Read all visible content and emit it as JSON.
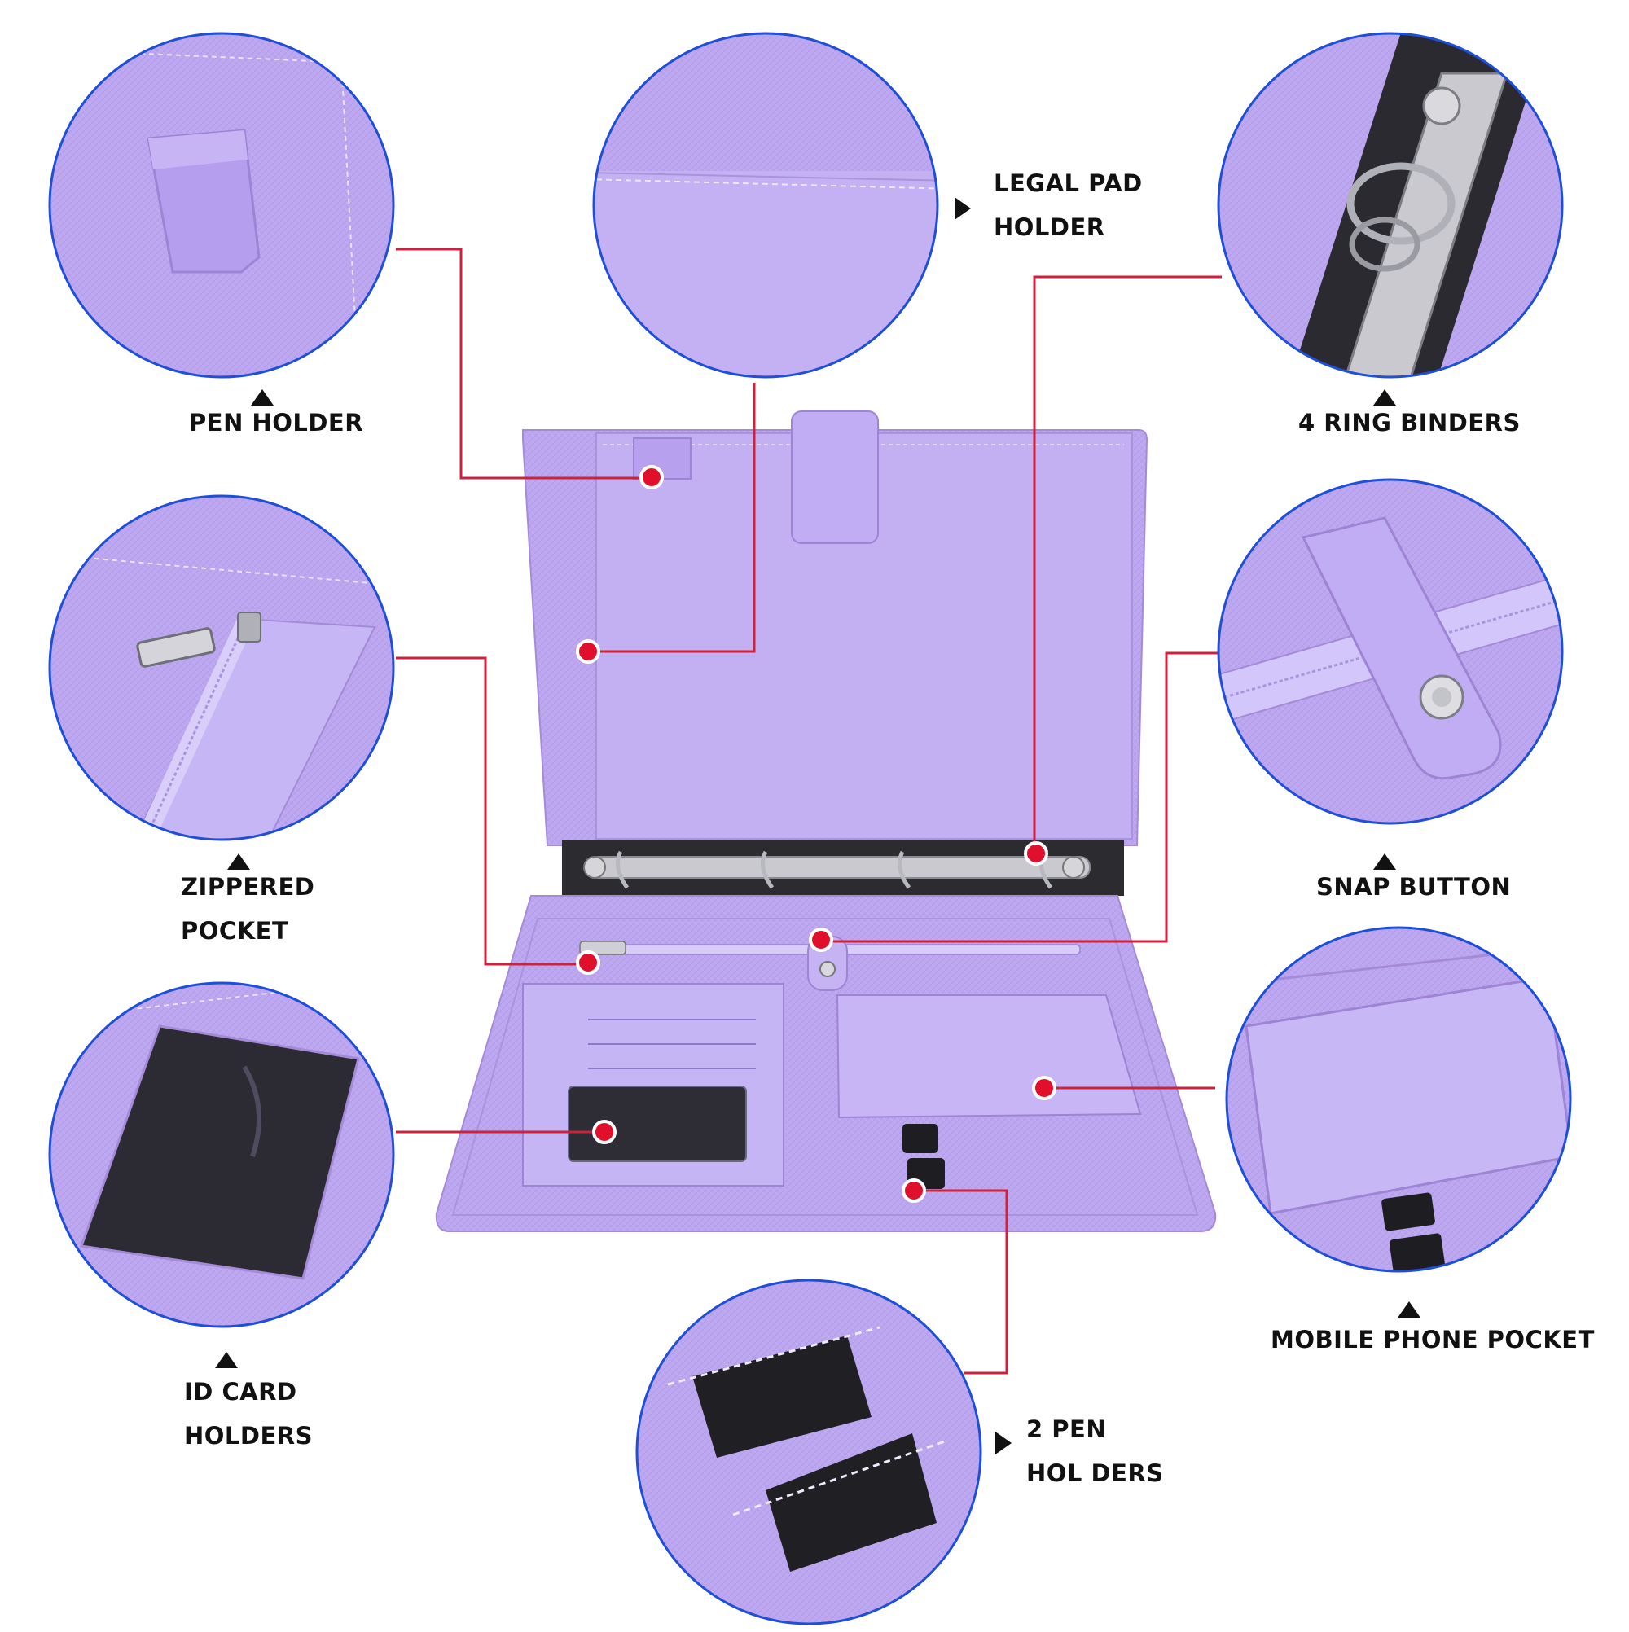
{
  "colors": {
    "leather": "#bea8f1",
    "leather_dark": "#a48ad8",
    "ring_border": "#1f4fd8",
    "callout_line": "#d0213c",
    "callout_dot": "#e0102c",
    "text": "#111111"
  },
  "labels": {
    "legal_pad": {
      "line1": "LEGAL PAD",
      "line2": "HOLDER"
    },
    "pen_holder": {
      "line1": "PEN HOLDER"
    },
    "ring_binders": {
      "line1": "4 RING BINDERS"
    },
    "zippered_pocket": {
      "line1": "ZIPPERED",
      "line2": "POCKET"
    },
    "snap_button": {
      "line1": "SNAP BUTTON"
    },
    "id_card": {
      "line1": "ID CARD",
      "line2": "HOLDERS"
    },
    "mobile_pocket": {
      "line1": "MOBILE PHONE POCKET"
    },
    "pen_holders_2": {
      "line1": "2 PEN",
      "line2": "HOL DERS"
    }
  },
  "icons": {
    "pointer_up": "triangle-up-icon",
    "pointer_right": "triangle-right-icon"
  }
}
